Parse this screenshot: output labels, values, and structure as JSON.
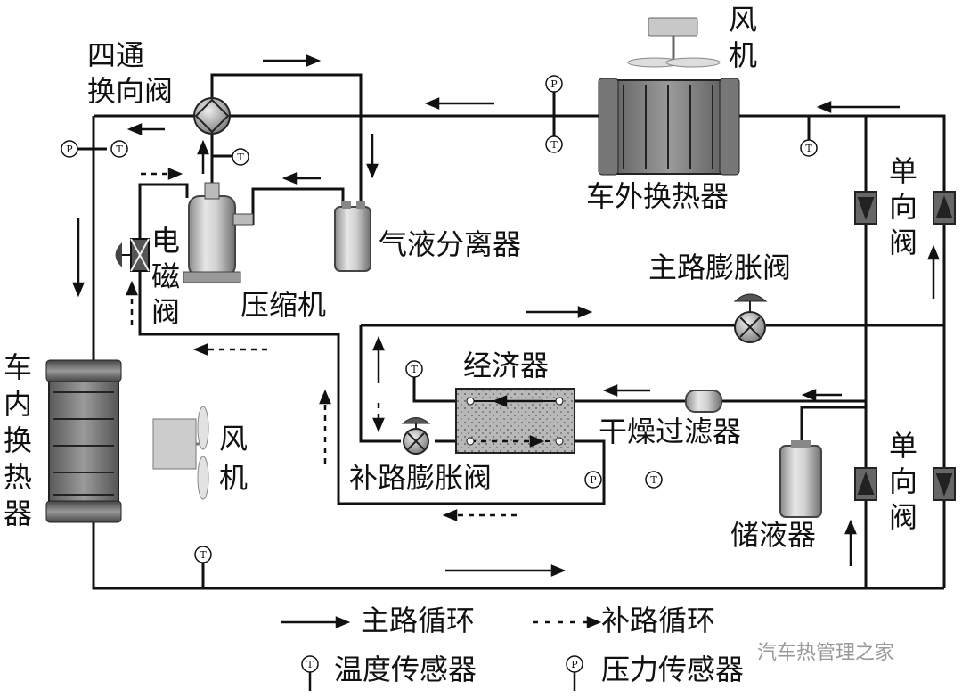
{
  "labels": {
    "four_way_valve": "四通\n换向阀",
    "outer_fan": "风\n机",
    "outdoor_hx": "车外换热器",
    "check_valve_top": "单\n向\n阀",
    "check_valve_bottom": "单\n向\n阀",
    "solenoid_valve": "电\n磁\n阀",
    "gas_liquid_separator": "气液分离器",
    "compressor": "压缩机",
    "main_expansion_valve": "主路膨胀阀",
    "economizer": "经济器",
    "indoor_hx": "车\n内\n换\n热\n器",
    "indoor_fan": "风\n机",
    "filter_drier": "干燥过滤器",
    "aux_expansion_valve": "补路膨胀阀",
    "receiver": "储液器"
  },
  "legend": {
    "main_loop": "主路循环",
    "aux_loop": "补路循环",
    "temp_sensor": "温度传感器",
    "pressure_sensor": "压力传感器"
  },
  "sensor_symbols": {
    "temperature": "T",
    "pressure": "P"
  },
  "watermark": "汽车热管理之家"
}
